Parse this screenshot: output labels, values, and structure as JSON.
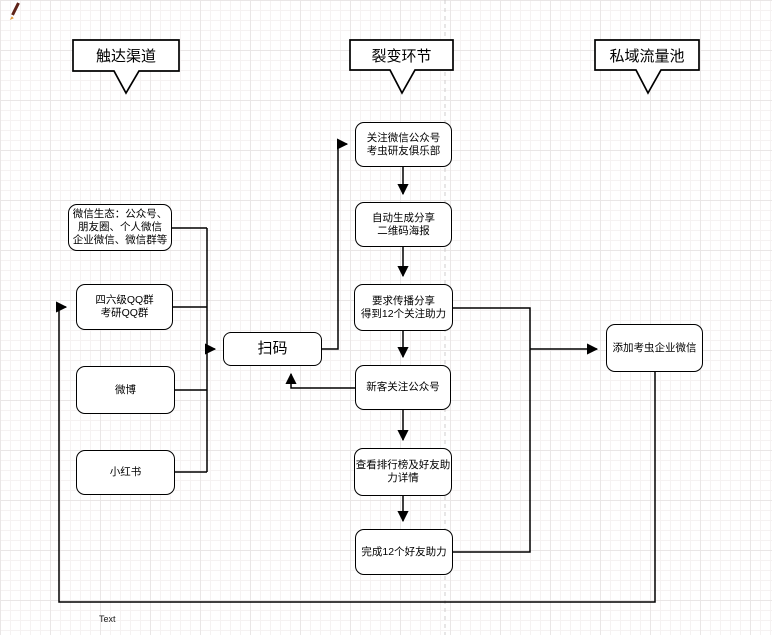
{
  "callouts": [
    {
      "id": "reach-channels",
      "label": "触达渠道"
    },
    {
      "id": "fission-stage",
      "label": "裂变环节"
    },
    {
      "id": "private-pool",
      "label": "私域流量池"
    }
  ],
  "nodes": [
    {
      "id": "wechat-eco",
      "label": "微信生态：公众号、\n朋友圈、个人微信\n企业微信、微信群等"
    },
    {
      "id": "qq-groups",
      "label": "四六级QQ群\n考研QQ群"
    },
    {
      "id": "weibo",
      "label": "微博"
    },
    {
      "id": "xiaohongshu",
      "label": "小红书"
    },
    {
      "id": "scan-code",
      "label": "扫码"
    },
    {
      "id": "follow-official-account",
      "label": "关注微信公众号\n考虫研友俱乐部"
    },
    {
      "id": "share-poster",
      "label": "自动生成分享\n二维码海报"
    },
    {
      "id": "share-task",
      "label": "要求传播分享\n得到12个关注助力"
    },
    {
      "id": "new-followers",
      "label": "新客关注公众号"
    },
    {
      "id": "ranking-detail",
      "label": "查看排行榜及好友助\n力详情"
    },
    {
      "id": "task-complete",
      "label": "完成12个好友助力"
    },
    {
      "id": "add-enterprise-wechat",
      "label": "添加考虫企业微信"
    }
  ],
  "annotations": {
    "text_label": "Text"
  },
  "icons": {
    "pencil": "pencil-icon"
  },
  "colors": {
    "stroke": "#000000",
    "shape_fill": "#ffffff",
    "grid_minor": "#f5f2f2",
    "grid_major": "#e9e6e6",
    "page_guide": "#cfcccc"
  }
}
